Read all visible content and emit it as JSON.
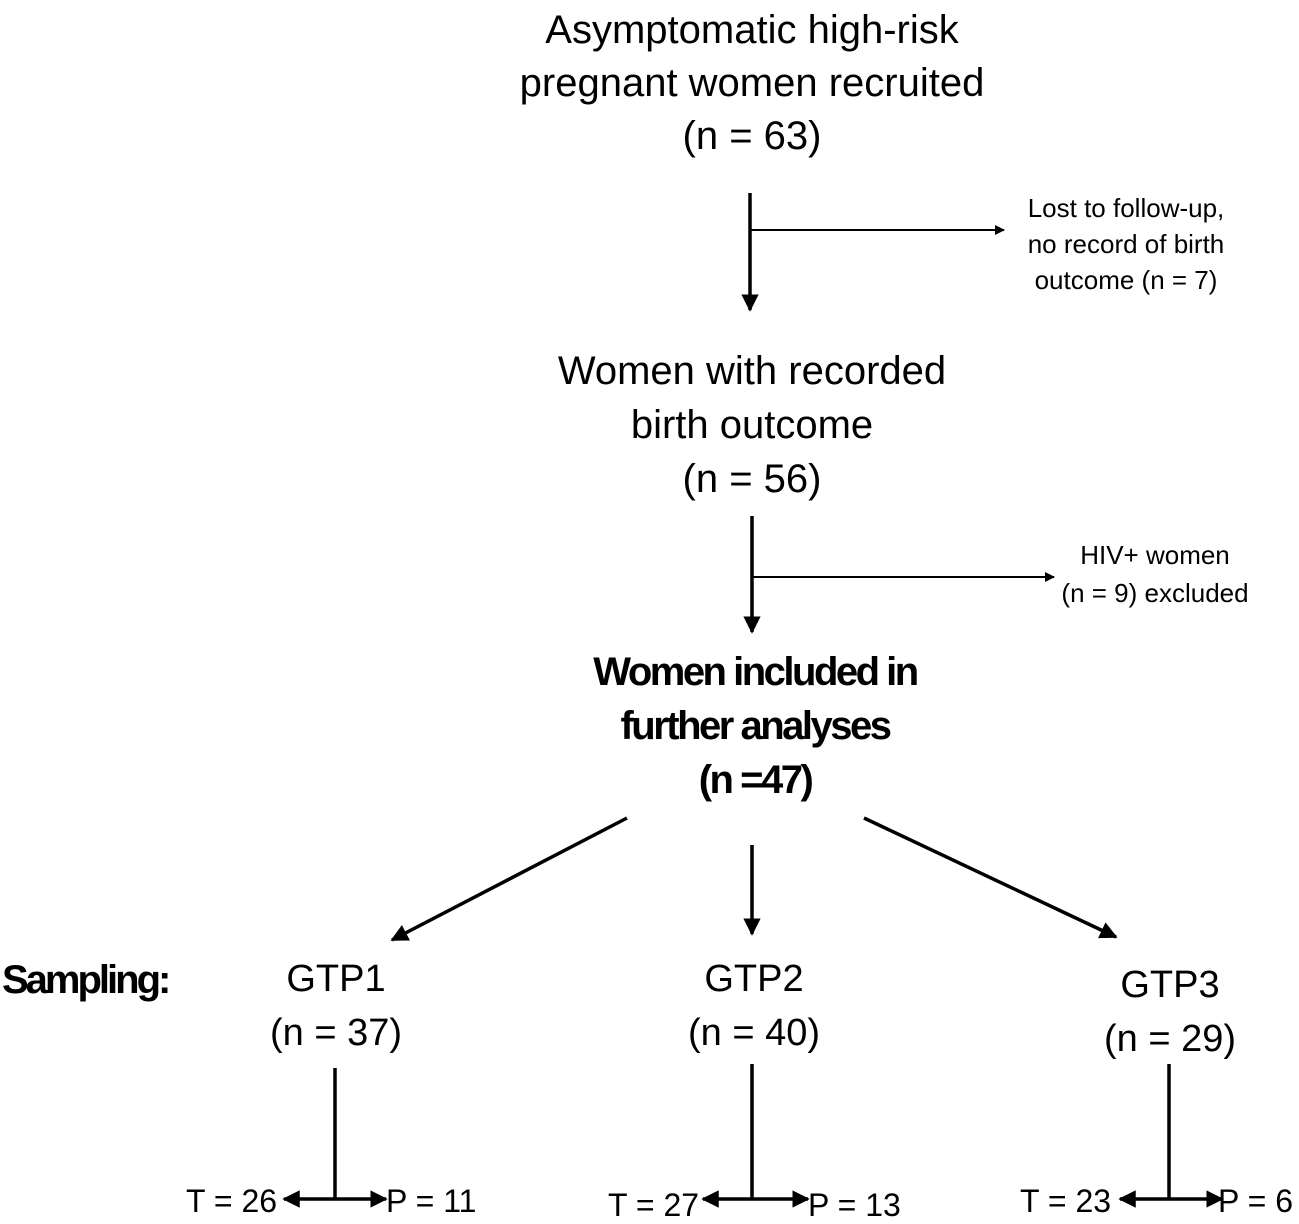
{
  "recruited": {
    "line1": "Asymptomatic high-risk",
    "line2": "pregnant women recruited",
    "count": "(n = 63)"
  },
  "lost": {
    "line1": "Lost to follow-up,",
    "line2": "no record of birth",
    "line3": "outcome (n = 7)"
  },
  "recorded": {
    "line1": "Women with recorded",
    "line2": "birth outcome",
    "count": "(n = 56)"
  },
  "hiv": {
    "line1": "HIV+ women",
    "line2": "(n = 9) excluded"
  },
  "included": {
    "line1": "Women included in",
    "line2": "further analyses",
    "count": "(n =47)"
  },
  "sampling_label": "Sampling:",
  "groups": [
    {
      "name": "GTP1",
      "count": "(n = 37)",
      "t": "T = 26",
      "p": "P = 11"
    },
    {
      "name": "GTP2",
      "count": "(n = 40)",
      "t": "T = 27",
      "p": "P = 13"
    },
    {
      "name": "GTP3",
      "count": "(n = 29)",
      "t": "T = 23",
      "p": "P = 6"
    }
  ],
  "colors": {
    "line": "#000000",
    "background": "#ffffff"
  }
}
